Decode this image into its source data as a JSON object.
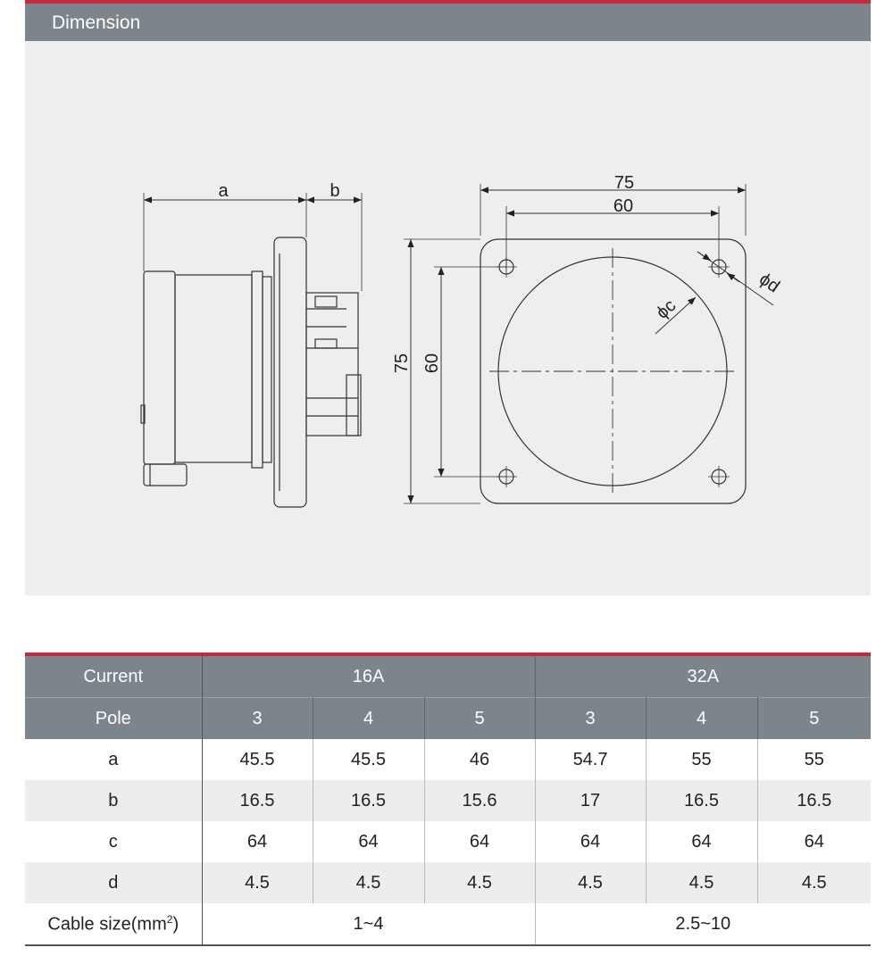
{
  "header": {
    "title": "Dimension"
  },
  "drawing": {
    "labels": {
      "a": "a",
      "b": "b",
      "top_outer": "75",
      "top_inner": "60",
      "left_outer": "75",
      "left_inner": "60",
      "phi_c": "ϕc",
      "phi_d": "ϕd"
    }
  },
  "table": {
    "current_label": "Current",
    "pole_label": "Pole",
    "groups": [
      {
        "current": "16A",
        "poles": [
          "3",
          "4",
          "5"
        ]
      },
      {
        "current": "32A",
        "poles": [
          "3",
          "4",
          "5"
        ]
      }
    ],
    "rows": [
      {
        "label": "a",
        "values": [
          "45.5",
          "45.5",
          "46",
          "54.7",
          "55",
          "55"
        ]
      },
      {
        "label": "b",
        "values": [
          "16.5",
          "16.5",
          "15.6",
          "17",
          "16.5",
          "16.5"
        ]
      },
      {
        "label": "c",
        "values": [
          "64",
          "64",
          "64",
          "64",
          "64",
          "64"
        ]
      },
      {
        "label": "d",
        "values": [
          "4.5",
          "4.5",
          "4.5",
          "4.5",
          "4.5",
          "4.5"
        ]
      }
    ],
    "cable": {
      "label": "Cable size(mm",
      "label_sup": "2",
      "label_end": ")",
      "values": [
        "1~4",
        "2.5~10"
      ]
    }
  },
  "colors": {
    "header_bg": "#7d858c",
    "accent": "#c8283c",
    "panel_bg": "#eeeeee"
  }
}
